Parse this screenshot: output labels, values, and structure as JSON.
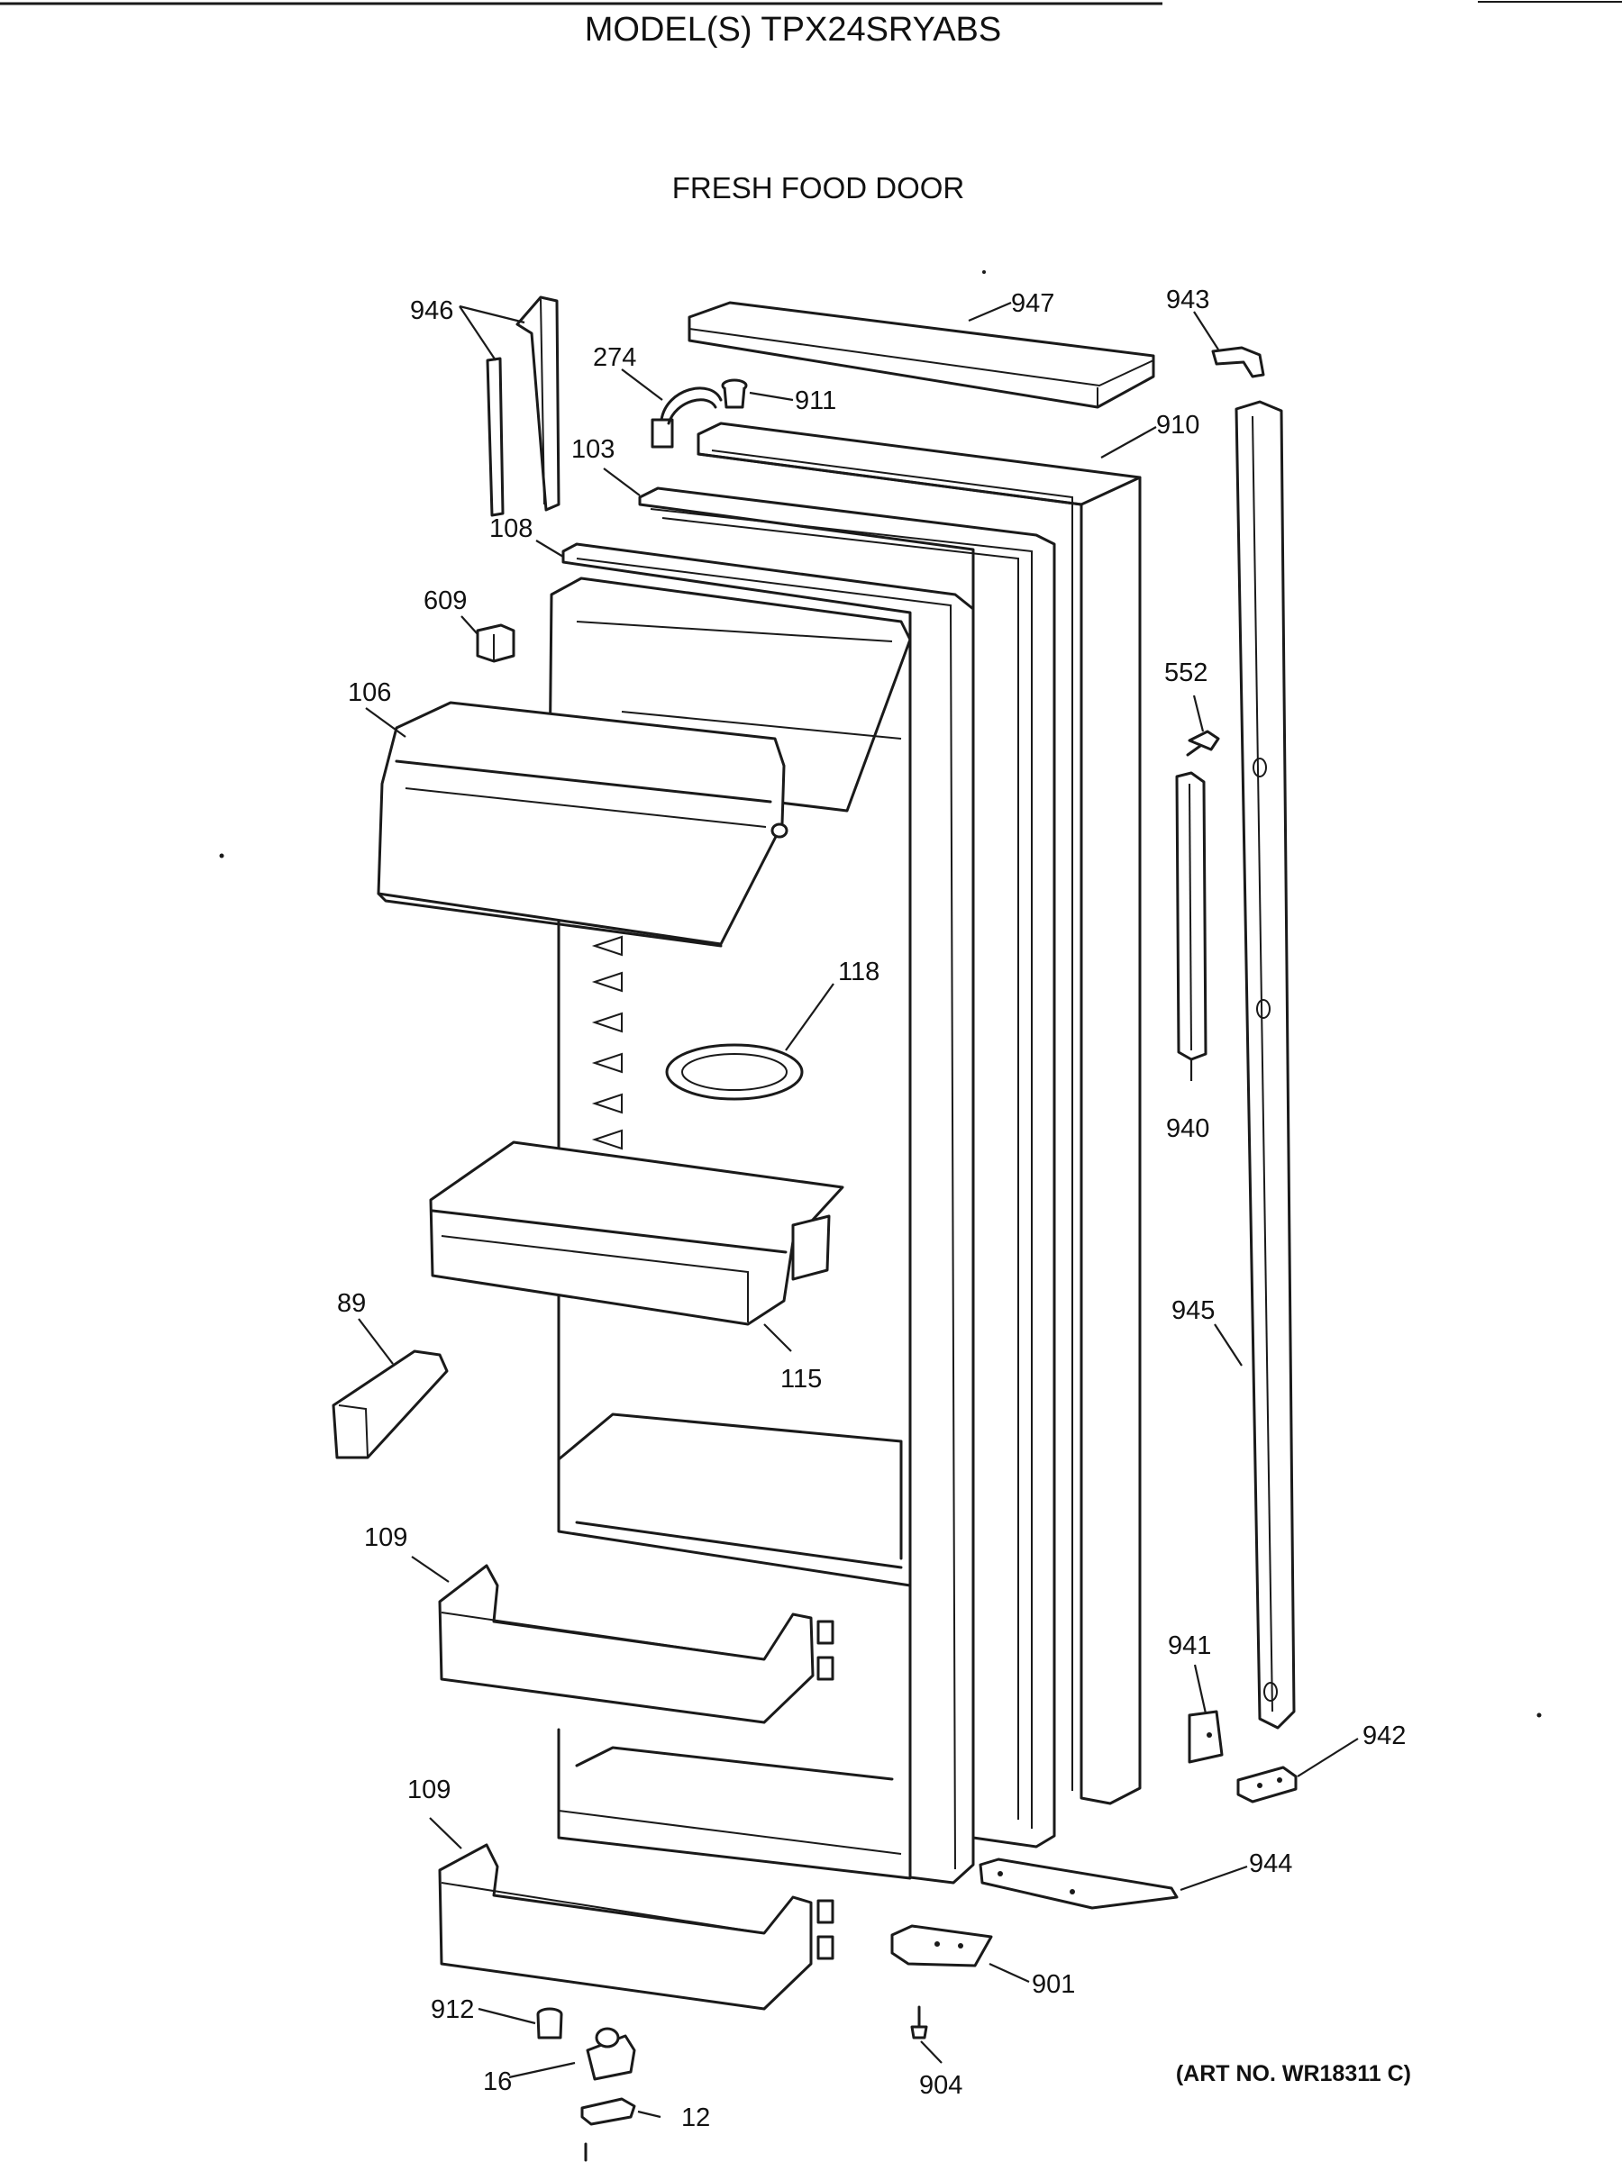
{
  "header": {
    "model": "MODEL(S) TPX24SRYABS",
    "section": "FRESH FOOD DOOR"
  },
  "footer": {
    "art_no": "(ART NO. WR18311 C)"
  },
  "parts": {
    "p946": "946",
    "p947": "947",
    "p943": "943",
    "p274": "274",
    "p911": "911",
    "p910": "910",
    "p103": "103",
    "p108": "108",
    "p609": "609",
    "p552": "552",
    "p106": "106",
    "p118": "118",
    "p940": "940",
    "p89": "89",
    "p945": "945",
    "p115": "115",
    "p109a": "109",
    "p941": "941",
    "p942": "942",
    "p109b": "109",
    "p944": "944",
    "p901": "901",
    "p912": "912",
    "p16": "16",
    "p904": "904",
    "p12": "12"
  },
  "colors": {
    "line": "#1a1a1a",
    "background": "#ffffff"
  }
}
